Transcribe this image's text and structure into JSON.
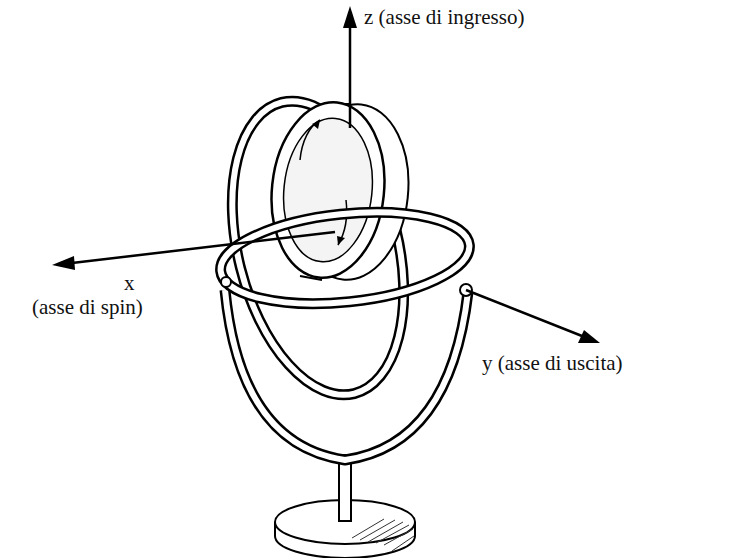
{
  "diagram": {
    "labels": [
      "z (asse di ingresso)",
      "x",
      "(asse di spin)",
      "y (asse di uscita)"
    ]
  }
}
